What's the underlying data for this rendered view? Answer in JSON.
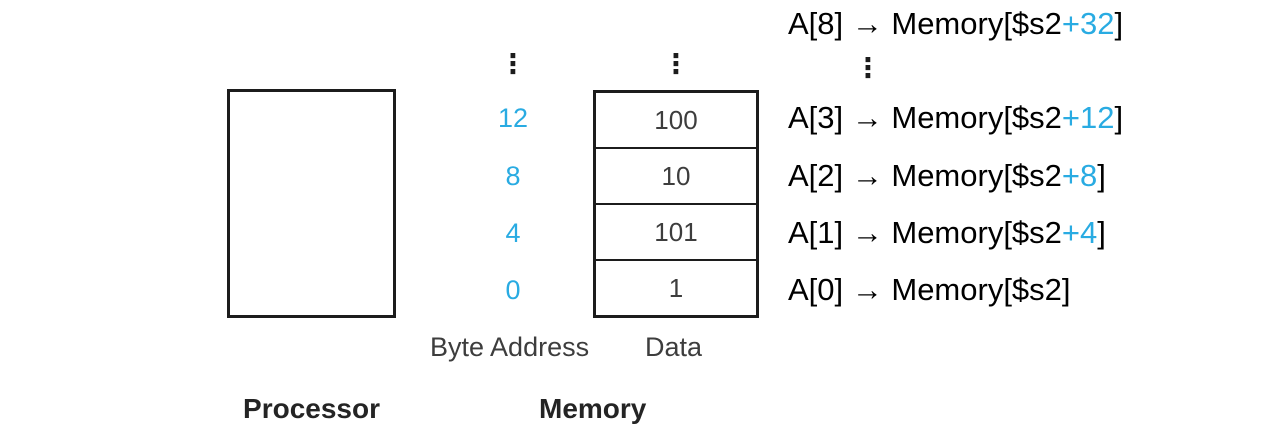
{
  "colors": {
    "accent": "#29ABE2",
    "ink": "#000000",
    "label": "#3d3d3d",
    "border": "#1c1c1c"
  },
  "icons": {
    "vertical_ellipsis": "⋮"
  },
  "processor": {
    "label": "Processor"
  },
  "memory": {
    "label": "Memory",
    "byte_address_label": "Byte Address",
    "data_label": "Data",
    "rows": [
      {
        "address": "12",
        "value": "100"
      },
      {
        "address": "8",
        "value": "10"
      },
      {
        "address": "4",
        "value": "101"
      },
      {
        "address": "0",
        "value": "1"
      }
    ]
  },
  "mappings": {
    "top": {
      "prefix": "A[8] → Memory[$s2",
      "offset": "+32",
      "suffix": "]"
    },
    "rows": [
      {
        "prefix": "A[3] → Memory[$s2",
        "offset": "+12",
        "suffix": "]"
      },
      {
        "prefix": "A[2] → Memory[$s2",
        "offset": "+8",
        "suffix": "]"
      },
      {
        "prefix": "A[1] → Memory[$s2",
        "offset": "+4",
        "suffix": "]"
      },
      {
        "prefix": "A[0] → Memory[$s2",
        "offset": "",
        "suffix": "]"
      }
    ]
  }
}
